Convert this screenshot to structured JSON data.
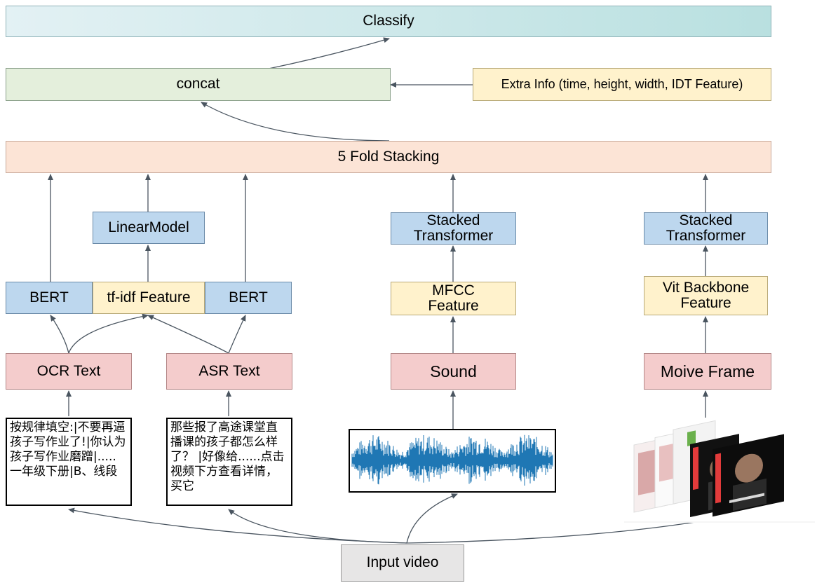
{
  "classify": "Classify",
  "concat": "concat",
  "extra_info": "Extra Info (time, height, width, IDT Feature)",
  "stacking": "5 Fold Stacking",
  "linear_model": "LinearModel",
  "stacked_transformer": "Stacked Transformer",
  "bert": "BERT",
  "tfidf": "tf-idf Feature",
  "mfcc": "MFCC Feature",
  "vit": "Vit Backbone Feature",
  "ocr_text": "OCR Text",
  "asr_text": "ASR Text",
  "sound": "Sound",
  "movie_frame": "Moive Frame",
  "ocr_sample": "按规律填空:|不要再逼孩子写作业了!|你认为孩子写作业磨蹭|.....一年级下册|B、线段",
  "asr_sample": "那些报了高途课堂直播课的孩子都怎么样了？ |好像给......点击视频下方查看详情，买它",
  "input": "Input video",
  "colors": {
    "arrow": "#4a5560",
    "waveform": "#1f77b4"
  }
}
